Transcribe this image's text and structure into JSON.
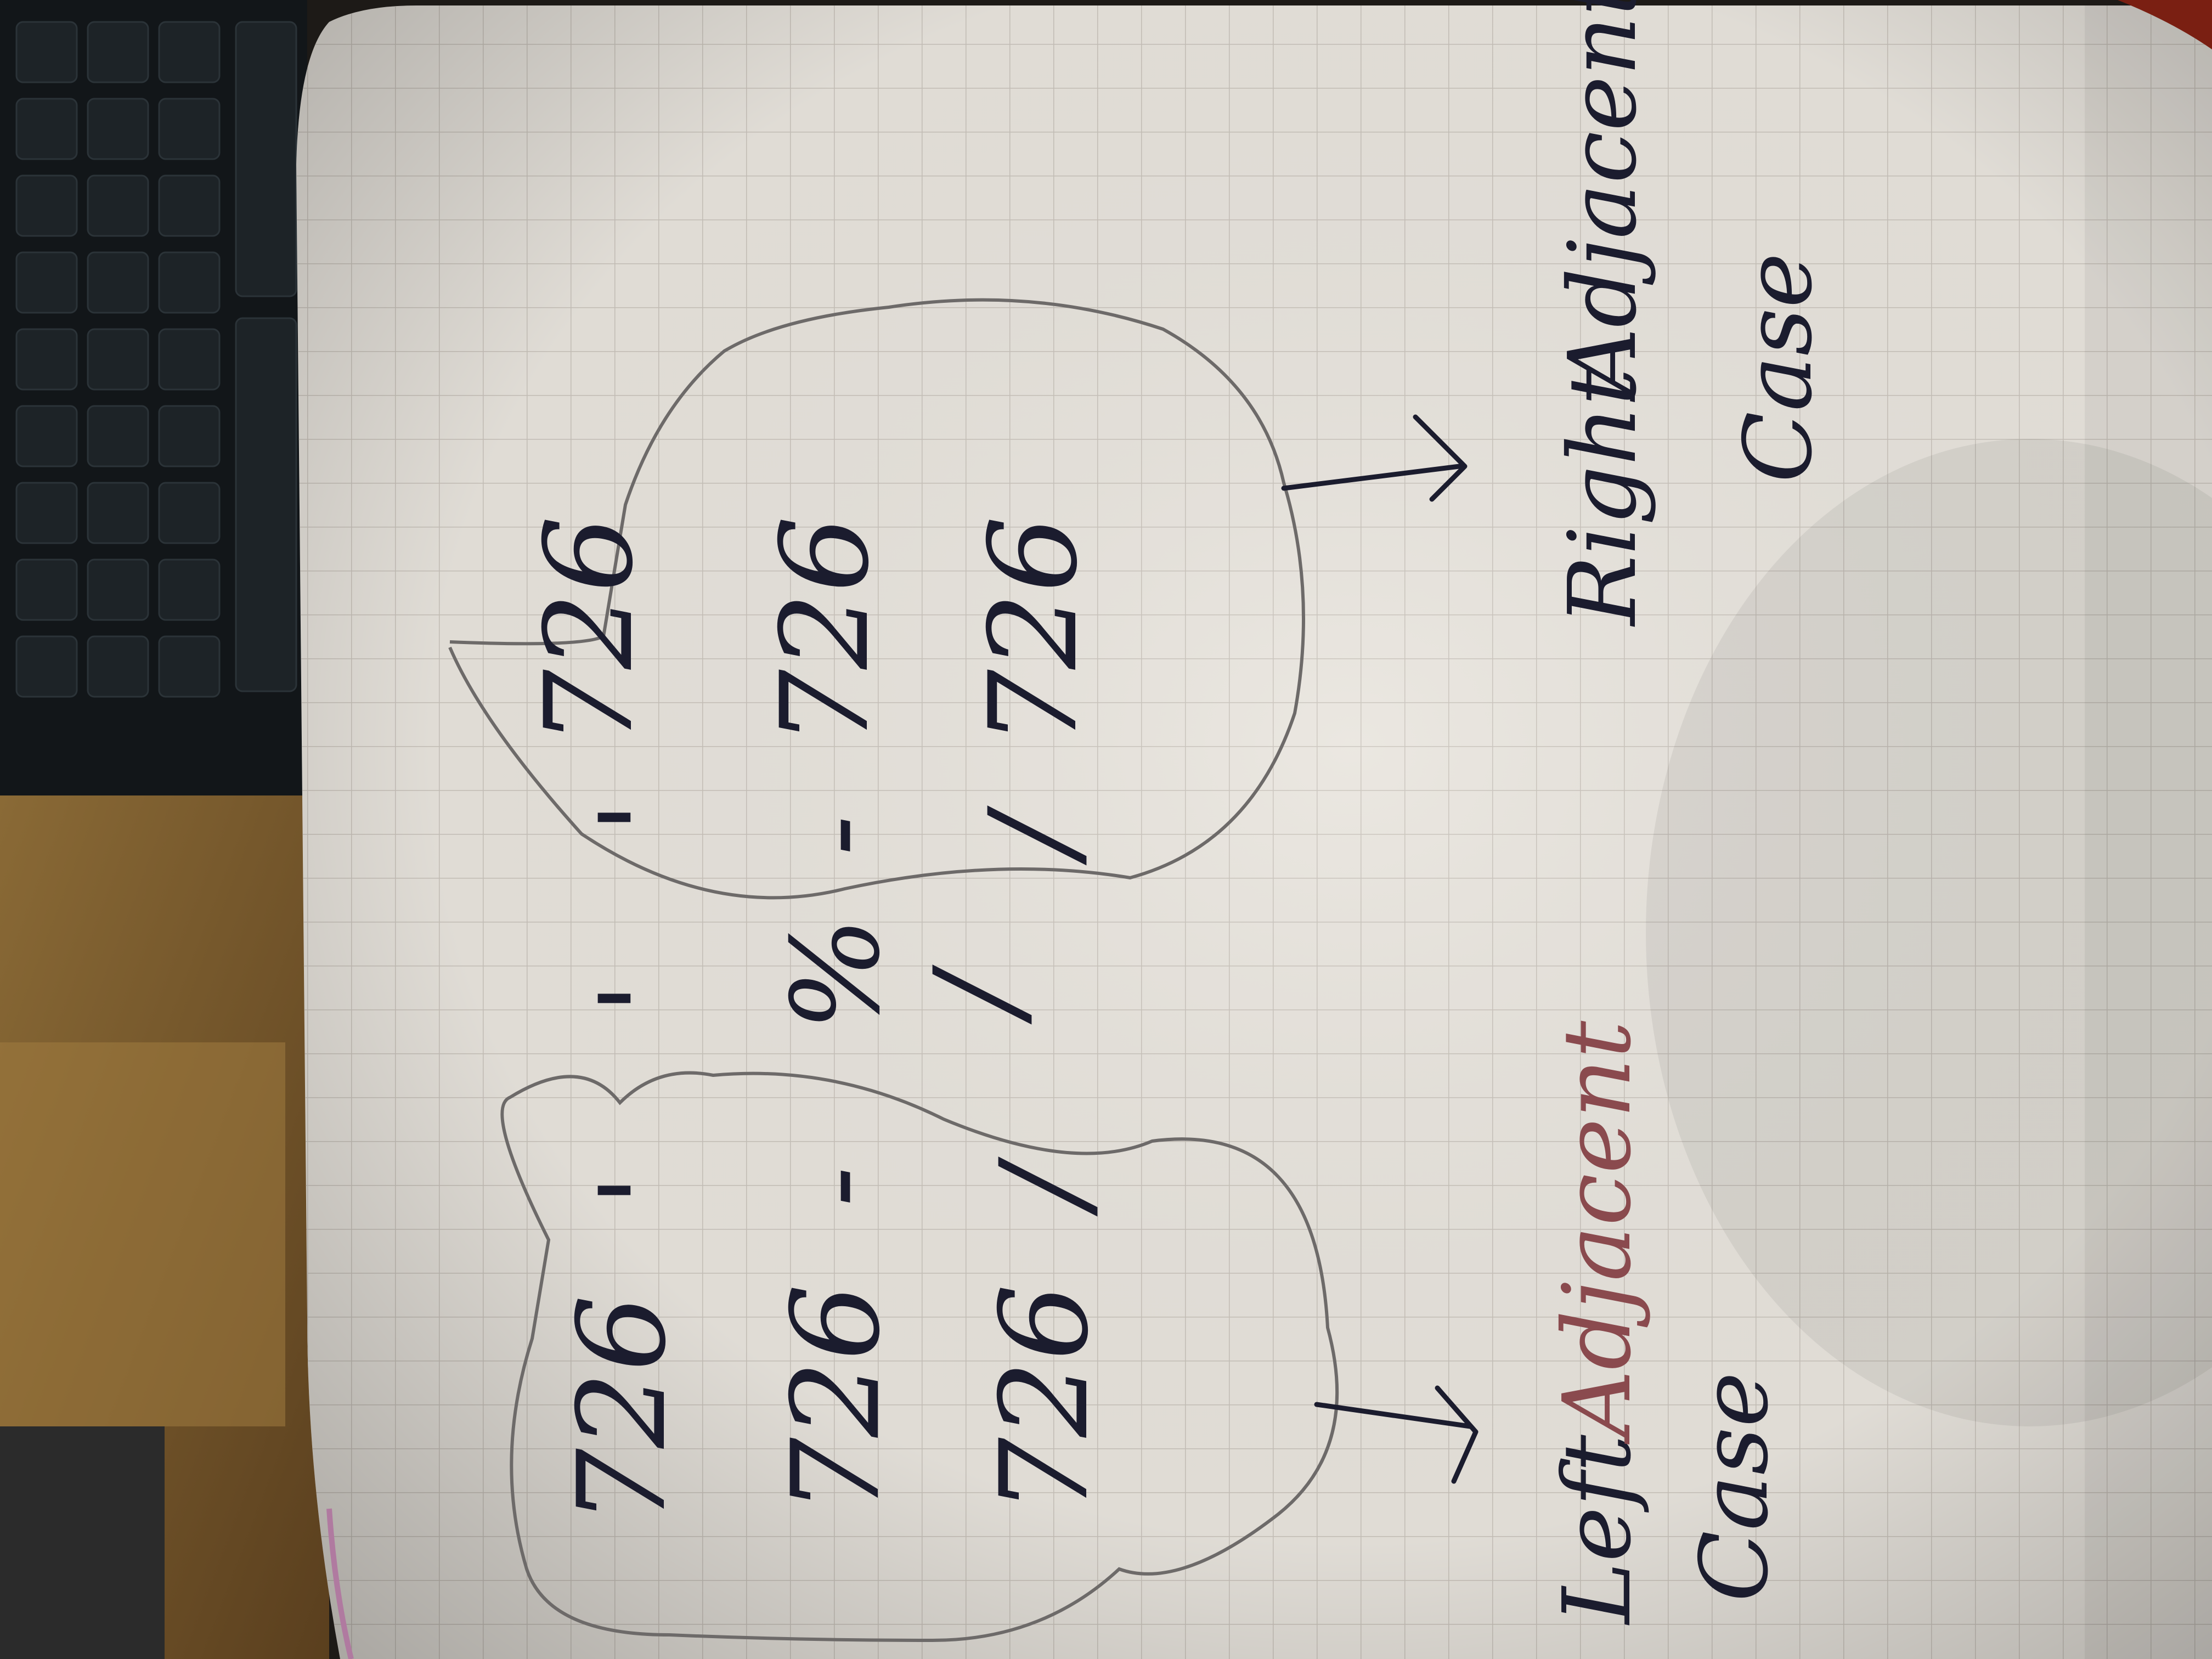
{
  "photo": {
    "subject": "handwritten notebook page on grid paper, photographed rotated",
    "colors": {
      "paper": "#e9e5de",
      "grid": "#c9c3bb",
      "ink": "#1b1c2e",
      "ink_red": "#8a4a4e",
      "pencil": "#6d6a69",
      "desk_wood": "#7a5a2e",
      "keyboard": "#121619"
    }
  },
  "left_cluster": {
    "numbers": [
      "726",
      "726",
      "726"
    ],
    "trailing_marks": [
      "'",
      "-",
      "/"
    ]
  },
  "operator": {
    "top_mark": "'",
    "symbol": "%",
    "bottom_mark": "/"
  },
  "right_cluster": {
    "numbers": [
      "726",
      "726",
      "726"
    ],
    "leading_marks": [
      "'",
      "-",
      "/"
    ]
  },
  "labels": {
    "left_word1": "Left",
    "left_word2": "Adjacent",
    "left_word3": "Case",
    "right_word1": "Right",
    "right_word2": "Adjacent",
    "right_word3": "Case"
  }
}
